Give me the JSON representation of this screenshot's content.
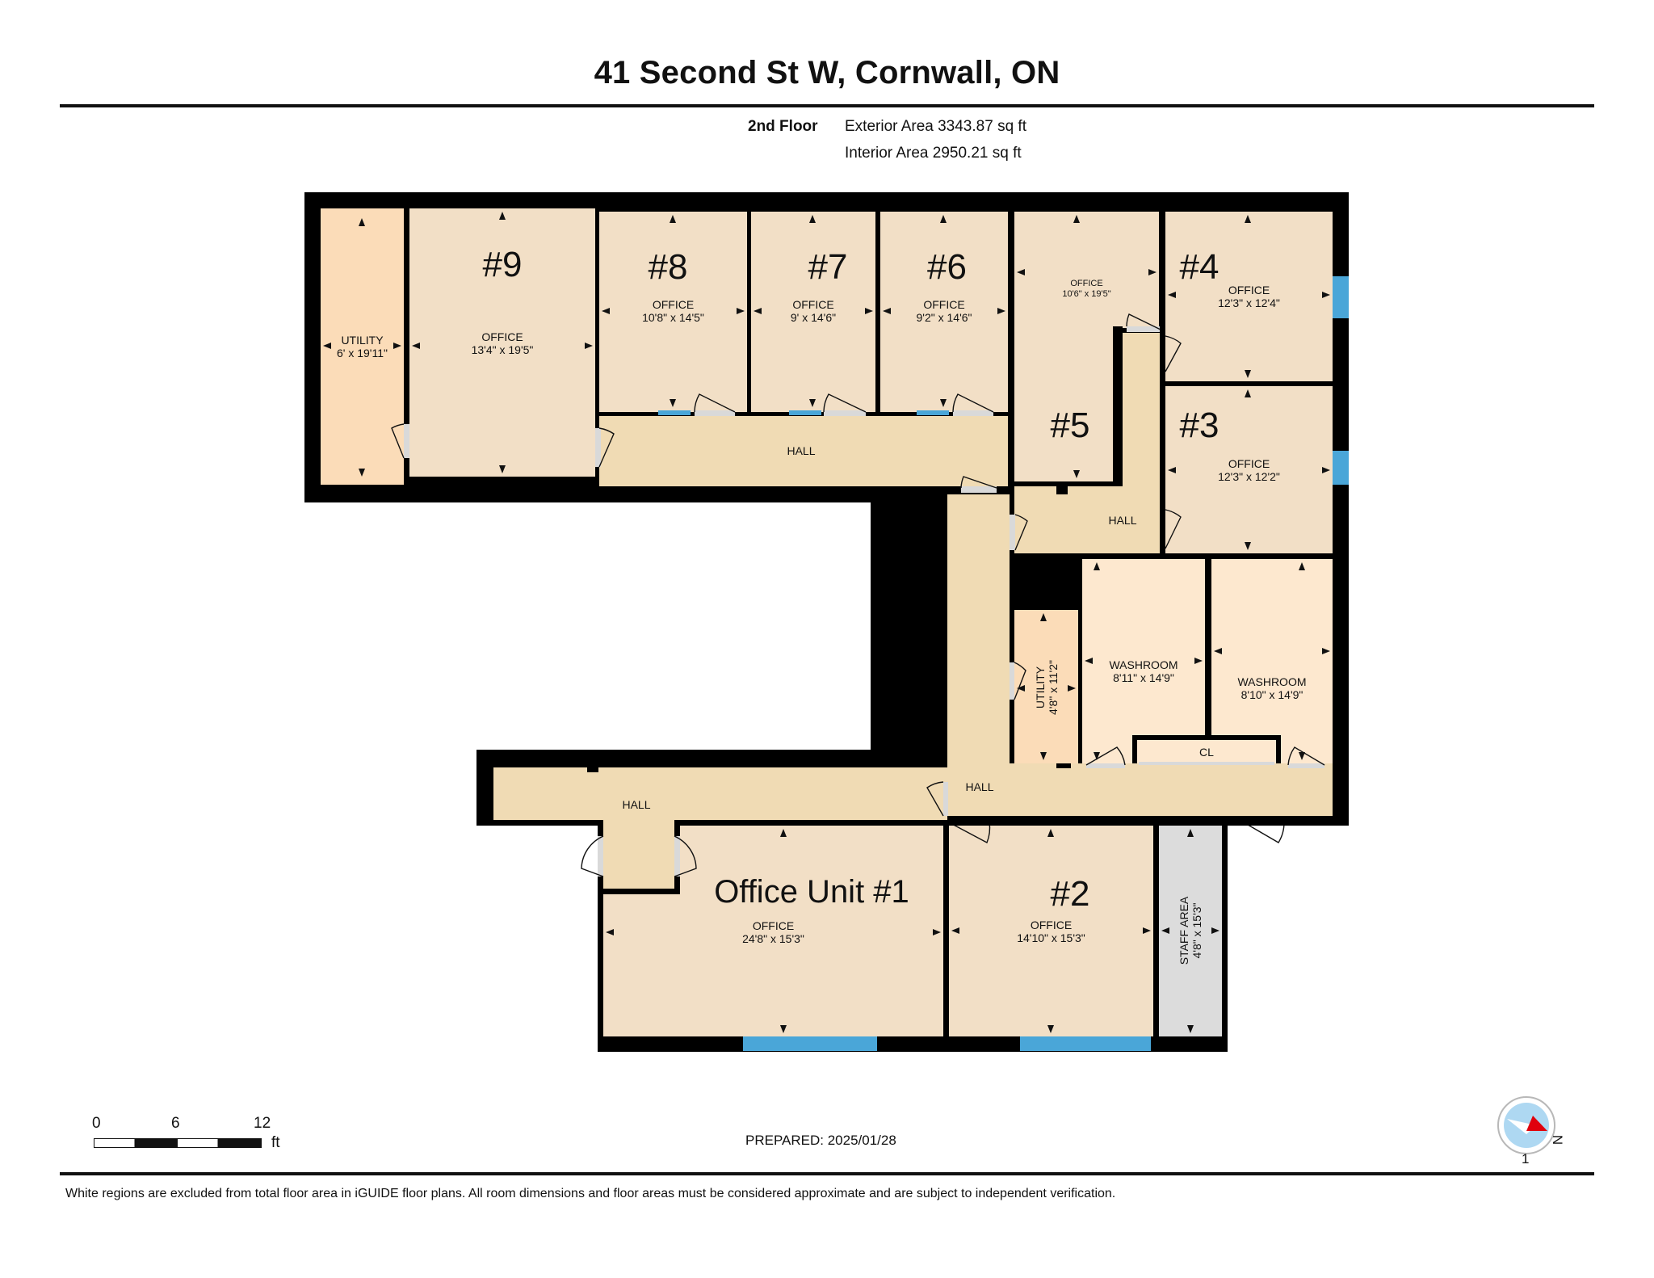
{
  "header": {
    "title": "41 Second St W, Cornwall, ON",
    "floor": "2nd Floor",
    "exterior_area": "Exterior Area 3343.87 sq ft",
    "interior_area": "Interior Area 2950.21 sq ft"
  },
  "colors": {
    "wall": "#000000",
    "room_fill": "#f2dfc6",
    "hall_fill": "#f0dbb4",
    "utility_fill": "#fbdcb8",
    "washroom_fill": "#fde8cf",
    "staff_fill": "#dcdcdc",
    "window": "#4aa6d8",
    "door_gap": "#d9d9d9"
  },
  "rooms": [
    {
      "id": "utility-west",
      "number": "",
      "type": "UTILITY",
      "dims": "6' x 19'11\""
    },
    {
      "id": "office-9",
      "number": "#9",
      "type": "OFFICE",
      "dims": "13'4\" x 19'5\""
    },
    {
      "id": "office-8",
      "number": "#8",
      "type": "OFFICE",
      "dims": "10'8\" x 14'5\""
    },
    {
      "id": "office-7",
      "number": "#7",
      "type": "OFFICE",
      "dims": "9' x 14'6\""
    },
    {
      "id": "office-6",
      "number": "#6",
      "type": "OFFICE",
      "dims": "9'2\" x 14'6\""
    },
    {
      "id": "office-5",
      "number": "#5",
      "type": "OFFICE",
      "dims": "10'6\" x 19'5\""
    },
    {
      "id": "office-4",
      "number": "#4",
      "type": "OFFICE",
      "dims": "12'3\" x 12'4\""
    },
    {
      "id": "office-3",
      "number": "#3",
      "type": "OFFICE",
      "dims": "12'3\" x 12'2\""
    },
    {
      "id": "utility-center",
      "number": "",
      "type": "UTILITY",
      "dims": "4'8\" x 11'2\""
    },
    {
      "id": "washroom-1",
      "number": "",
      "type": "WASHROOM",
      "dims": "8'11\" x 14'9\""
    },
    {
      "id": "washroom-2",
      "number": "",
      "type": "WASHROOM",
      "dims": "8'10\" x 14'9\""
    },
    {
      "id": "closet",
      "number": "",
      "type": "CL",
      "dims": ""
    },
    {
      "id": "office-unit-1",
      "number": "Office Unit #1",
      "type": "OFFICE",
      "dims": "24'8\" x 15'3\""
    },
    {
      "id": "office-2",
      "number": "#2",
      "type": "OFFICE",
      "dims": "14'10\" x 15'3\""
    },
    {
      "id": "staff-area",
      "number": "",
      "type": "STAFF AREA",
      "dims": "4'8\" x 15'3\""
    }
  ],
  "halls": [
    {
      "id": "hall-upper",
      "label": "HALL"
    },
    {
      "id": "hall-east",
      "label": "HALL"
    },
    {
      "id": "hall-center",
      "label": "HALL"
    },
    {
      "id": "hall-lower-west",
      "label": "HALL"
    }
  ],
  "scale_bar": {
    "ticks": [
      "0",
      "6",
      "12"
    ],
    "unit": "ft"
  },
  "compass": {
    "label": "N",
    "floor_index": "1"
  },
  "footer": {
    "prepared": "PREPARED: 2025/01/28",
    "disclaimer": "White regions are excluded from total floor area in iGUIDE floor plans. All room dimensions and floor areas must be considered approximate and are subject to independent verification."
  }
}
